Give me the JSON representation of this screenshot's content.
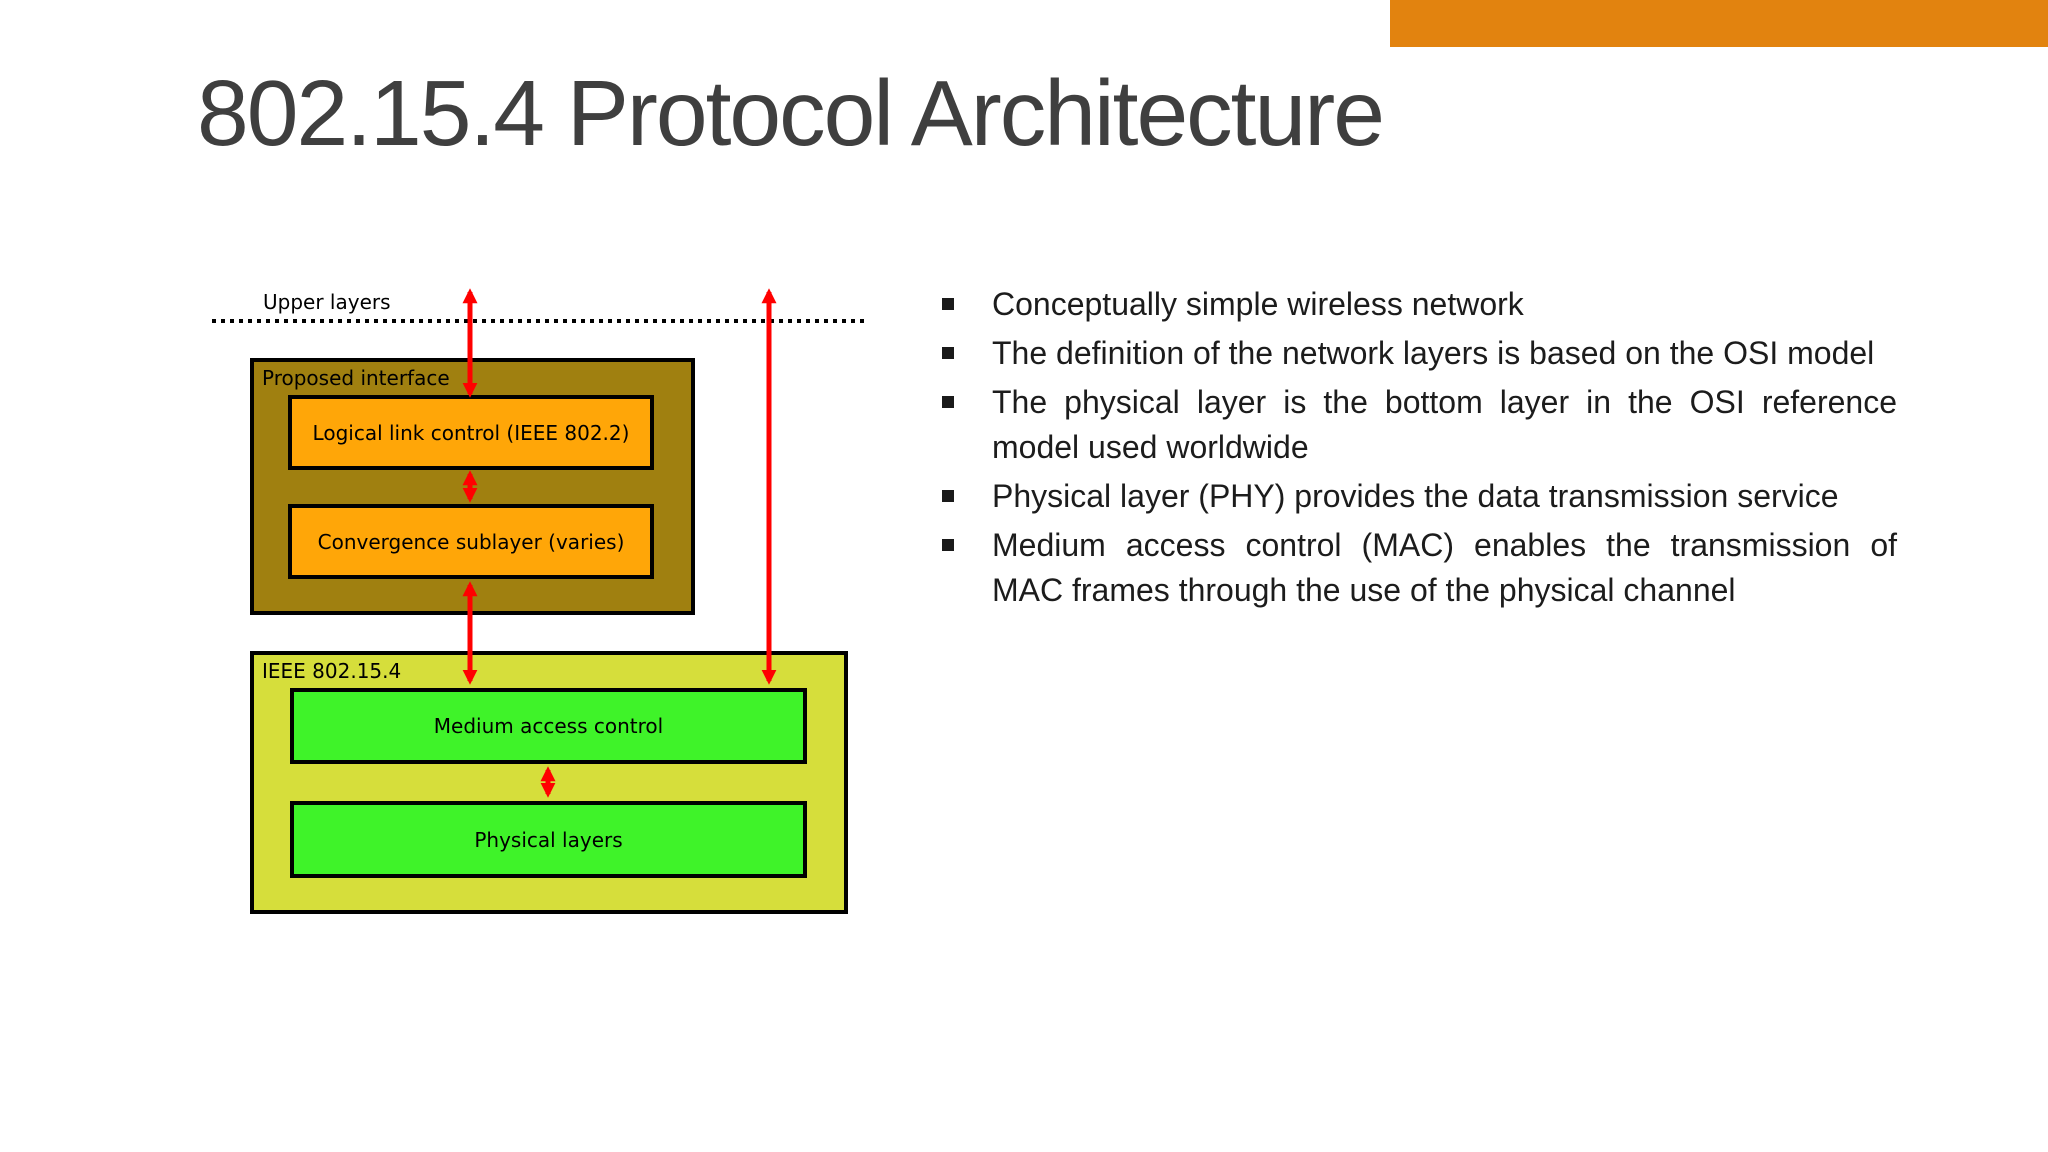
{
  "slide": {
    "title": "802.15.4 Protocol Architecture",
    "title_color": "#3F3F3F",
    "background_color": "#FFFFFF",
    "accent_bar_color": "#E2830F"
  },
  "diagram": {
    "upper_layers_label": "Upper layers",
    "arrow_color": "#FF0000",
    "proposed_interface": {
      "label": "Proposed interface",
      "fill": "#A08010",
      "sublayers": [
        {
          "label": "Logical link control (IEEE 802.2)",
          "fill": "#FFA608"
        },
        {
          "label": "Convergence sublayer (varies)",
          "fill": "#FFA608"
        }
      ]
    },
    "ieee_802_15_4": {
      "label": "IEEE 802.15.4",
      "fill": "#D6DE3B",
      "sublayers": [
        {
          "label": "Medium access control",
          "fill": "#3FF329"
        },
        {
          "label": "Physical layers",
          "fill": "#3FF329"
        }
      ]
    }
  },
  "bullets": {
    "marker_color": "#1A1A1A",
    "items": [
      "Conceptually simple wireless network",
      "The definition of the network layers is based on the OSI model",
      "The physical layer is the bottom layer in the OSI reference model used worldwide",
      "Physical layer (PHY) provides the data transmission service",
      "Medium access control (MAC) enables the transmission of MAC frames through the use of the physical channel"
    ]
  }
}
